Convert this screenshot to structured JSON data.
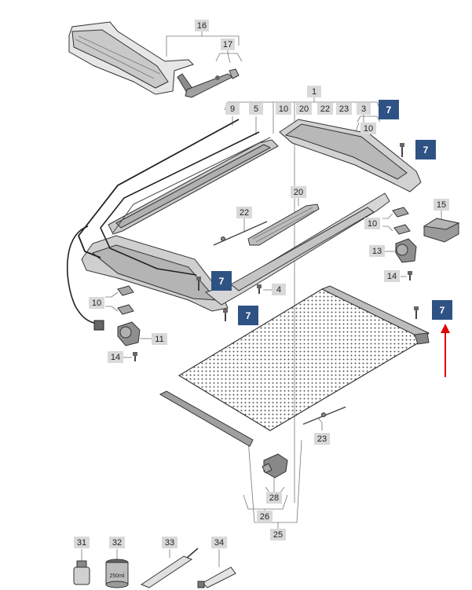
{
  "labels": {
    "l16": "16",
    "l17": "17",
    "l1": "1",
    "l9": "9",
    "l5": "5",
    "l10a": "10",
    "l20a": "20",
    "l22a": "22",
    "l23a": "23",
    "l3": "3",
    "l10b": "10",
    "l20b": "20",
    "l22b": "22",
    "l15": "15",
    "l10c": "10",
    "l13": "13",
    "l14a": "14",
    "l4": "4",
    "l10d": "10",
    "l11": "11",
    "l14b": "14",
    "l23b": "23",
    "l28": "28",
    "l26": "26",
    "l25": "25",
    "l31": "31",
    "l32": "32",
    "l33": "33",
    "l34": "34"
  },
  "callouts": {
    "c7a": "7",
    "c7b": "7",
    "c7c": "7",
    "c7d": "7",
    "c7e": "7"
  },
  "tin_text": "250ml",
  "colors": {
    "callout_bg": "#2f5284",
    "label_bg": "#d9d9d9",
    "arrow": "#e00000"
  },
  "icons": [
    "wind-deflector",
    "bracket",
    "sunroof-frame",
    "seal",
    "guide-rail",
    "cable",
    "motor",
    "control-unit",
    "bolt",
    "sunshade-blind",
    "clip",
    "bottle",
    "tin",
    "cartridge",
    "tube"
  ]
}
